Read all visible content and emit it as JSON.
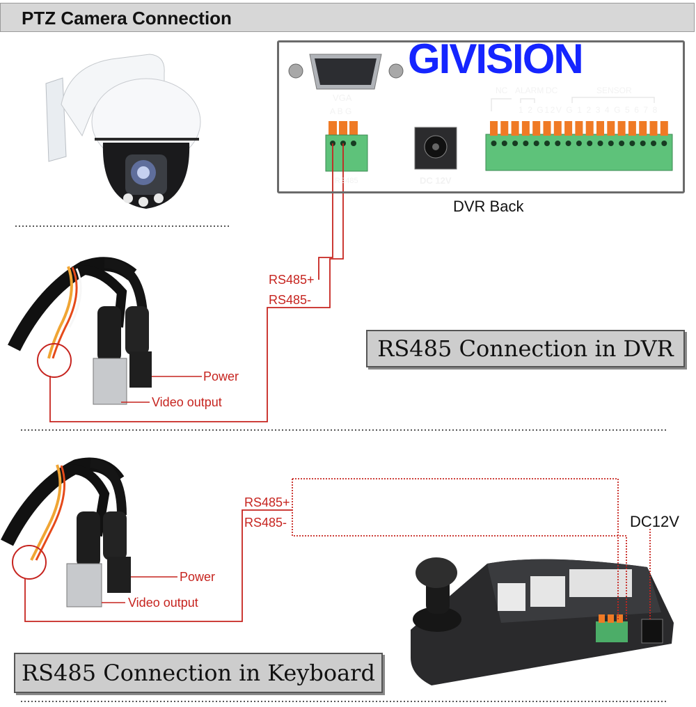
{
  "header": {
    "title": "PTZ Camera Connection"
  },
  "brand": {
    "text": "GIVISION"
  },
  "dvr": {
    "vga_label": "VGA",
    "vga_pins": "A B G",
    "rs485_label": "RS485",
    "dc_label": "DC 12V",
    "nc_label": "NC",
    "alarm_label": "ALARM",
    "dc_top_label": "DC",
    "sensor_label": "SENSOR",
    "terminal_numbers": "1 2 G12V G 1 2 3 4 G 5 6 7 8",
    "caption": "DVR Back"
  },
  "dvr_section": {
    "rs485_plus": "RS485+",
    "rs485_minus": "RS485-",
    "power_label": "Power",
    "video_label": "Video output",
    "title": "RS485 Connection in DVR"
  },
  "keyboard_section": {
    "rs485_plus": "RS485+",
    "rs485_minus": "RS485-",
    "power_label": "Power",
    "video_label": "Video output",
    "dc_label": "DC12V",
    "title": "RS485 Connection in Keyboard"
  },
  "colors": {
    "wire": "#c6241f",
    "brand": "#1525ff",
    "terminal_green": "#5ec27a",
    "terminal_orange": "#ef7a25"
  }
}
